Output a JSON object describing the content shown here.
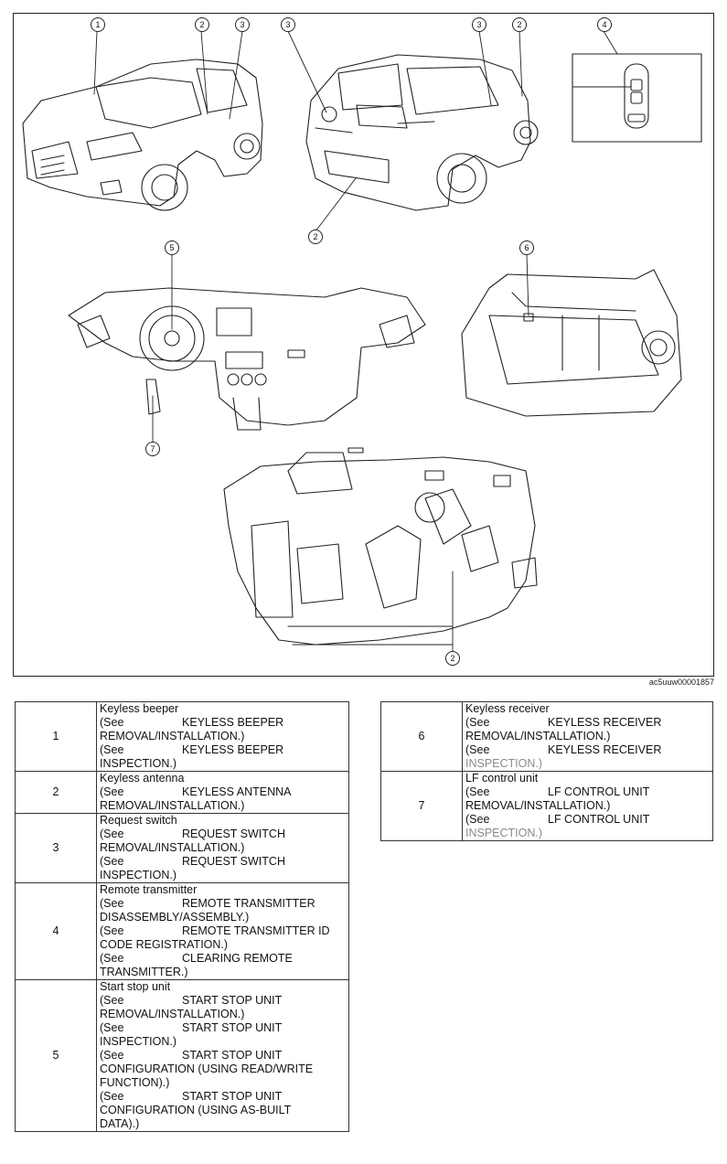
{
  "figure": {
    "code": "ac5uuw00001857",
    "callouts": [
      {
        "id": "c1",
        "label": "1"
      },
      {
        "id": "c2a",
        "label": "2"
      },
      {
        "id": "c3a",
        "label": "3"
      },
      {
        "id": "c3b",
        "label": "3"
      },
      {
        "id": "c3c",
        "label": "3"
      },
      {
        "id": "c2b",
        "label": "2"
      },
      {
        "id": "c4",
        "label": "4"
      },
      {
        "id": "c2c",
        "label": "2"
      },
      {
        "id": "c5",
        "label": "5"
      },
      {
        "id": "c6",
        "label": "6"
      },
      {
        "id": "c7",
        "label": "7"
      },
      {
        "id": "c2d",
        "label": "2"
      }
    ]
  },
  "table_left": [
    {
      "num": "1",
      "title": "Keyless beeper",
      "refs": [
        {
          "see": "(See",
          "a": "KEYLESS BEEPER",
          "b": "REMOVAL/INSTALLATION.)"
        },
        {
          "see": "(See",
          "a": "KEYLESS BEEPER",
          "b": "INSPECTION.)"
        }
      ]
    },
    {
      "num": "2",
      "title": "Keyless antenna",
      "refs": [
        {
          "see": "(See",
          "a": "KEYLESS ANTENNA",
          "b": "REMOVAL/INSTALLATION.)"
        }
      ]
    },
    {
      "num": "3",
      "title": "Request switch",
      "refs": [
        {
          "see": "(See",
          "a": "REQUEST SWITCH",
          "b": "REMOVAL/INSTALLATION.)"
        },
        {
          "see": "(See",
          "a": "REQUEST SWITCH",
          "b": "INSPECTION.)"
        }
      ]
    },
    {
      "num": "4",
      "title": "Remote transmitter",
      "refs": [
        {
          "see": "(See",
          "a": "REMOTE TRANSMITTER",
          "b": "DISASSEMBLY/ASSEMBLY.)"
        },
        {
          "see": "(See",
          "a": "REMOTE TRANSMITTER ID",
          "b": "CODE REGISTRATION.)"
        },
        {
          "see": "(See",
          "a": "CLEARING REMOTE",
          "b": "TRANSMITTER.)"
        }
      ]
    },
    {
      "num": "5",
      "title": "Start stop unit",
      "refs": [
        {
          "see": "(See",
          "a": "START STOP UNIT",
          "b": "REMOVAL/INSTALLATION.)"
        },
        {
          "see": "(See",
          "a": "START STOP UNIT",
          "b": "INSPECTION.)"
        },
        {
          "see": "(See",
          "a": "START STOP UNIT",
          "b": "CONFIGURATION (USING READ/WRITE",
          "c": "FUNCTION).)"
        },
        {
          "see": "(See",
          "a": "START STOP UNIT",
          "b": "CONFIGURATION (USING AS-BUILT",
          "c": "DATA).)"
        }
      ]
    }
  ],
  "table_right": [
    {
      "num": "6",
      "title": "Keyless receiver",
      "refs": [
        {
          "see": "(See",
          "a": "KEYLESS RECEIVER",
          "b": "REMOVAL/INSTALLATION.)"
        },
        {
          "see": "(See",
          "a": "KEYLESS RECEIVER",
          "b": "INSPECTION.)"
        }
      ]
    },
    {
      "num": "7",
      "title": "LF control unit",
      "refs": [
        {
          "see": "(See",
          "a": "LF CONTROL UNIT",
          "b": "REMOVAL/INSTALLATION.)"
        },
        {
          "see": "(See",
          "a": "LF CONTROL UNIT",
          "b": "INSPECTION.)"
        }
      ]
    }
  ]
}
